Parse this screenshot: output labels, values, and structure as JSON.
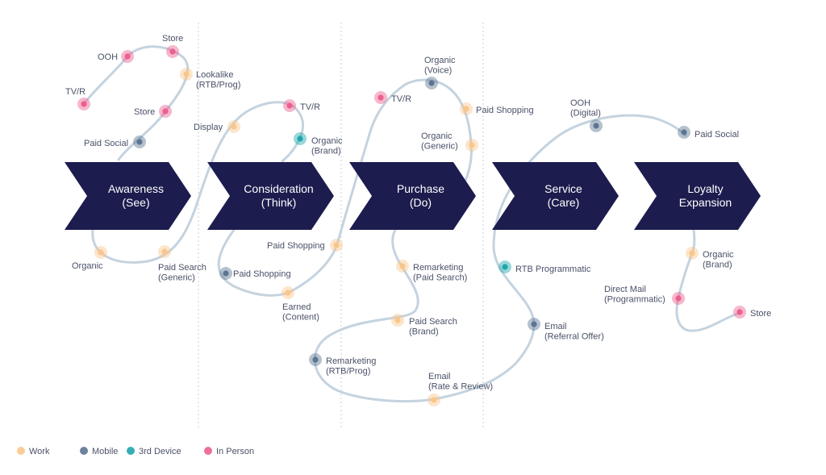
{
  "colors": {
    "work": "#f9c68b",
    "mobile": "#5d7592",
    "device": "#1fa6ad",
    "inperson": "#ec5f8f",
    "path": "#c4d3df",
    "stage": "#1c1c4e",
    "divider": "#c5cfda"
  },
  "stages": [
    {
      "line1": "Awareness",
      "line2": "(See)"
    },
    {
      "line1": "Consideration",
      "line2": "(Think)"
    },
    {
      "line1": "Purchase",
      "line2": "(Do)"
    },
    {
      "line1": "Service",
      "line2": "(Care)"
    },
    {
      "line1": "Loyalty",
      "line2": "Expansion"
    }
  ],
  "touchpoints": [
    {
      "type": "inperson",
      "lines": [
        "TV/R"
      ]
    },
    {
      "type": "inperson",
      "lines": [
        "OOH"
      ]
    },
    {
      "type": "inperson",
      "lines": [
        "Store"
      ]
    },
    {
      "type": "work",
      "lines": [
        "Lookalike",
        "(RTB/Prog)"
      ]
    },
    {
      "type": "inperson",
      "lines": [
        "Store"
      ]
    },
    {
      "type": "mobile",
      "lines": [
        "Paid Social"
      ]
    },
    {
      "type": "work",
      "lines": [
        "Organic"
      ]
    },
    {
      "type": "work",
      "lines": [
        "Paid Search",
        "(Generic)"
      ]
    },
    {
      "type": "work",
      "lines": [
        "Display"
      ]
    },
    {
      "type": "inperson",
      "lines": [
        "TV/R"
      ]
    },
    {
      "type": "device",
      "lines": [
        "Organic",
        "(Brand)"
      ]
    },
    {
      "type": "mobile",
      "lines": [
        "Paid Shopping"
      ]
    },
    {
      "type": "work",
      "lines": [
        "Earned",
        "(Content)"
      ]
    },
    {
      "type": "work",
      "lines": [
        "Paid Shopping"
      ]
    },
    {
      "type": "inperson",
      "lines": [
        "TV/R"
      ]
    },
    {
      "type": "mobile",
      "lines": [
        "Organic",
        "(Voice)"
      ]
    },
    {
      "type": "work",
      "lines": [
        "Paid Shopping"
      ]
    },
    {
      "type": "work",
      "lines": [
        "Organic",
        "(Generic)"
      ]
    },
    {
      "type": "work",
      "lines": [
        "Remarketing",
        "(Paid Search)"
      ]
    },
    {
      "type": "work",
      "lines": [
        "Paid Search",
        "(Brand)"
      ]
    },
    {
      "type": "mobile",
      "lines": [
        "Remarketing",
        "(RTB/Prog)"
      ]
    },
    {
      "type": "work",
      "lines": [
        "Email",
        "(Rate & Review)"
      ]
    },
    {
      "type": "device",
      "lines": [
        "RTB Programmatic"
      ]
    },
    {
      "type": "mobile",
      "lines": [
        "Email",
        "(Referral Offer)"
      ]
    },
    {
      "type": "mobile",
      "lines": [
        "OOH",
        "(Digital)"
      ]
    },
    {
      "type": "mobile",
      "lines": [
        "Paid Social"
      ]
    },
    {
      "type": "work",
      "lines": [
        "Organic",
        "(Brand)"
      ]
    },
    {
      "type": "inperson",
      "lines": [
        "Direct Mail",
        "(Programmatic)"
      ]
    },
    {
      "type": "inperson",
      "lines": [
        "Store"
      ]
    }
  ],
  "legend": [
    {
      "type": "work",
      "label": "Work"
    },
    {
      "type": "mobile",
      "label": "Mobile"
    },
    {
      "type": "device",
      "label": "3rd Device"
    },
    {
      "type": "inperson",
      "label": "In Person"
    }
  ]
}
